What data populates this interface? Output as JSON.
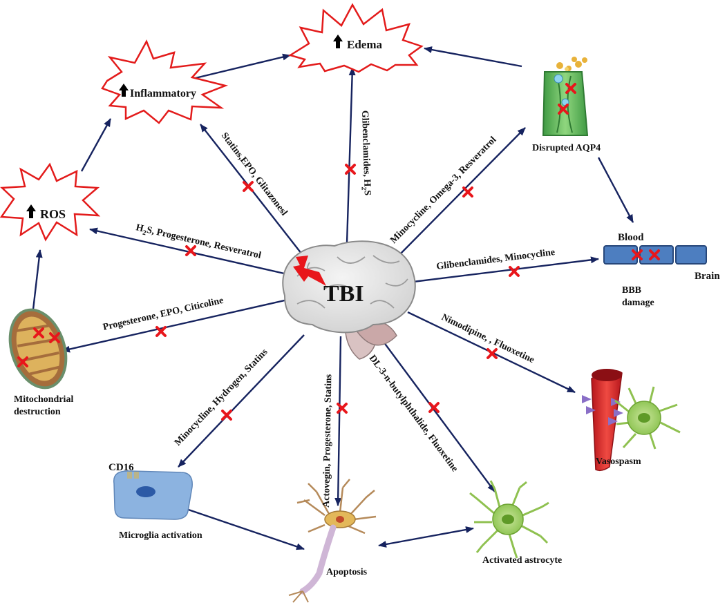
{
  "center": {
    "label": "TBI"
  },
  "outcomes": {
    "edema": "Edema",
    "inflammatory": "Inflammatory",
    "ros": "ROS",
    "aqp4": "Disrupted  AQP4",
    "blood": "Blood",
    "brain": "Brain",
    "bbb_line1": "BBB",
    "bbb_line2": "damage",
    "mito_line1": "Mitochondrial",
    "mito_line2": "destruction",
    "cd16": "CD16",
    "microglia": "Microglia activation",
    "apoptosis": "Apoptosis",
    "astrocyte": "Activated astrocyte",
    "vasospasm": "Vasospasm"
  },
  "drugs": {
    "inflammatory": "Statins,EPO, Glitazonesl",
    "edema_main": "Glibenclamides, H",
    "edema_sub": "2",
    "edema_tail": "S",
    "aqp4": "Minocycline, Omega-3, Resveratrol",
    "ros_h": "H",
    "ros_sub": "2",
    "ros_tail": "S, Progesterone, Resveratrol",
    "bbb": "Glibenclamides, Minocycline",
    "mito": "Progesterone, EPO, Citicoline",
    "vaso": "Nimodipine, , Fluoxetine",
    "microglia": "Minocycline, Hydrogen, Statins",
    "apoptosis": "Actovegin, Progesterone, Statins",
    "astrocyte": "DL-3-n-butylphthalide, Fluoxetine"
  }
}
